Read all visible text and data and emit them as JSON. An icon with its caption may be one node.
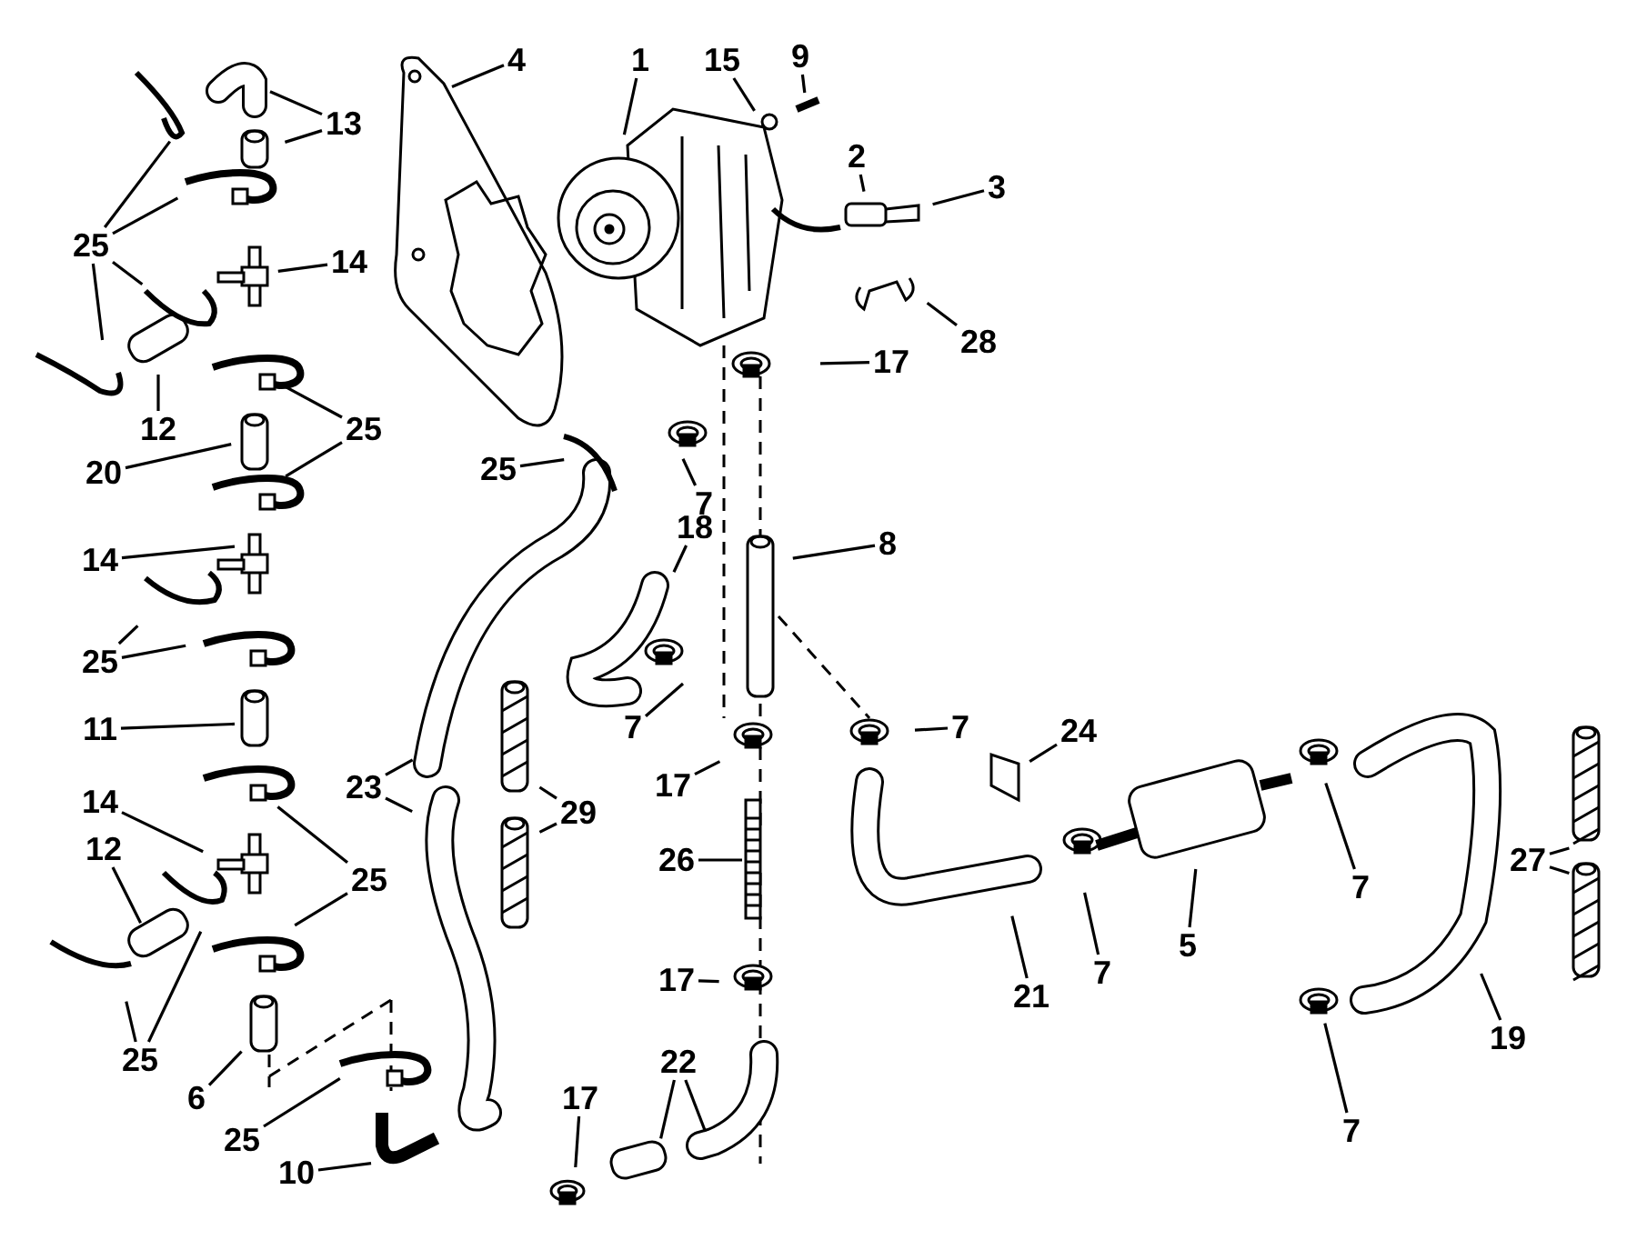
{
  "diagram": {
    "nodes": [
      {
        "text": [
          "1"
        ]
      },
      {
        "text": [
          "4"
        ]
      },
      {
        "text": [
          "15"
        ]
      },
      {
        "text": [
          "9"
        ]
      },
      {
        "text": [
          "13"
        ]
      },
      {
        "text": [
          "25"
        ]
      },
      {
        "text": [
          "2"
        ]
      },
      {
        "text": [
          "3"
        ]
      },
      {
        "text": [
          "14"
        ]
      },
      {
        "text": [
          "28"
        ]
      },
      {
        "text": [
          "17"
        ]
      },
      {
        "text": [
          "12"
        ]
      },
      {
        "text": [
          "25"
        ]
      },
      {
        "text": [
          "20"
        ]
      },
      {
        "text": [
          "25"
        ]
      },
      {
        "text": [
          "7"
        ]
      },
      {
        "text": [
          "18"
        ]
      },
      {
        "text": [
          "8"
        ]
      },
      {
        "text": [
          "14"
        ]
      },
      {
        "text": [
          "25"
        ]
      },
      {
        "text": [
          "11"
        ]
      },
      {
        "text": [
          "7"
        ]
      },
      {
        "text": [
          "7"
        ]
      },
      {
        "text": [
          "24"
        ]
      },
      {
        "text": [
          "17"
        ]
      },
      {
        "text": [
          "23"
        ]
      },
      {
        "text": [
          "29"
        ]
      },
      {
        "text": [
          "14"
        ]
      },
      {
        "text": [
          "12"
        ]
      },
      {
        "text": [
          "25"
        ]
      },
      {
        "text": [
          "26"
        ]
      },
      {
        "text": [
          "27"
        ]
      },
      {
        "text": [
          "5"
        ]
      },
      {
        "text": [
          "7"
        ]
      },
      {
        "text": [
          "21"
        ]
      },
      {
        "text": [
          "7"
        ]
      },
      {
        "text": [
          "19"
        ]
      },
      {
        "text": [
          "17"
        ]
      },
      {
        "text": [
          "25"
        ]
      },
      {
        "text": [
          "6"
        ]
      },
      {
        "text": [
          "22"
        ]
      },
      {
        "text": [
          "25"
        ]
      },
      {
        "text": [
          "17"
        ]
      },
      {
        "text": [
          "10"
        ]
      },
      {
        "text": [
          "7"
        ]
      }
    ],
    "edges": [
      {
        "from": 0,
        "to": null,
        "arrow": "none"
      },
      {
        "from": 1,
        "to": null,
        "arrow": "none"
      },
      {
        "from": 2,
        "to": null,
        "arrow": "none"
      },
      {
        "from": 3,
        "to": null,
        "arrow": "none"
      },
      {
        "from": 4,
        "to": null,
        "arrow": "none"
      },
      {
        "from": 4,
        "to": null,
        "arrow": "none"
      },
      {
        "from": 5,
        "to": null,
        "arrow": "none"
      },
      {
        "from": 5,
        "to": null,
        "arrow": "none"
      },
      {
        "from": 5,
        "to": null,
        "arrow": "none"
      },
      {
        "from": 5,
        "to": null,
        "arrow": "none"
      },
      {
        "from": 6,
        "to": null,
        "arrow": "none"
      },
      {
        "from": 7,
        "to": null,
        "arrow": "none"
      },
      {
        "from": 8,
        "to": null,
        "arrow": "none"
      },
      {
        "from": 9,
        "to": null,
        "arrow": "none"
      },
      {
        "from": 10,
        "to": null,
        "arrow": "none"
      },
      {
        "from": 11,
        "to": null,
        "arrow": "none"
      },
      {
        "from": 12,
        "to": null,
        "arrow": "none"
      },
      {
        "from": 12,
        "to": null,
        "arrow": "none"
      },
      {
        "from": 13,
        "to": null,
        "arrow": "none"
      },
      {
        "from": 14,
        "to": null,
        "arrow": "none"
      },
      {
        "from": 15,
        "to": null,
        "arrow": "none"
      },
      {
        "from": 16,
        "to": null,
        "arrow": "none"
      },
      {
        "from": 17,
        "to": null,
        "arrow": "none"
      },
      {
        "from": 18,
        "to": null,
        "arrow": "none"
      },
      {
        "from": 19,
        "to": null,
        "arrow": "none"
      },
      {
        "from": 19,
        "to": null,
        "arrow": "none"
      },
      {
        "from": 20,
        "to": null,
        "arrow": "none"
      },
      {
        "from": 21,
        "to": null,
        "arrow": "none"
      },
      {
        "from": 22,
        "to": null,
        "arrow": "none"
      },
      {
        "from": 23,
        "to": null,
        "arrow": "none"
      },
      {
        "from": 24,
        "to": null,
        "arrow": "none"
      },
      {
        "from": 25,
        "to": null,
        "arrow": "none"
      },
      {
        "from": 25,
        "to": null,
        "arrow": "none"
      },
      {
        "from": 26,
        "to": null,
        "arrow": "none"
      },
      {
        "from": 26,
        "to": null,
        "arrow": "none"
      },
      {
        "from": 27,
        "to": null,
        "arrow": "none"
      },
      {
        "from": 28,
        "to": null,
        "arrow": "none"
      },
      {
        "from": 29,
        "to": null,
        "arrow": "none"
      },
      {
        "from": 29,
        "to": null,
        "arrow": "none"
      },
      {
        "from": 30,
        "to": null,
        "arrow": "none"
      },
      {
        "from": 31,
        "to": null,
        "arrow": "none"
      },
      {
        "from": 31,
        "to": null,
        "arrow": "none"
      },
      {
        "from": 32,
        "to": null,
        "arrow": "none"
      },
      {
        "from": 33,
        "to": null,
        "arrow": "none"
      },
      {
        "from": 34,
        "to": null,
        "arrow": "none"
      },
      {
        "from": 35,
        "to": null,
        "arrow": "none"
      },
      {
        "from": 36,
        "to": null,
        "arrow": "none"
      },
      {
        "from": 37,
        "to": null,
        "arrow": "none"
      },
      {
        "from": 38,
        "to": null,
        "arrow": "none"
      },
      {
        "from": 38,
        "to": null,
        "arrow": "none"
      },
      {
        "from": 39,
        "to": null,
        "arrow": "none"
      },
      {
        "from": 40,
        "to": null,
        "arrow": "none"
      },
      {
        "from": 40,
        "to": null,
        "arrow": "none"
      },
      {
        "from": 41,
        "to": null,
        "arrow": "none"
      },
      {
        "from": 42,
        "to": null,
        "arrow": "none"
      },
      {
        "from": 43,
        "to": null,
        "arrow": "none"
      },
      {
        "from": 44,
        "to": null,
        "arrow": "none"
      }
    ]
  }
}
